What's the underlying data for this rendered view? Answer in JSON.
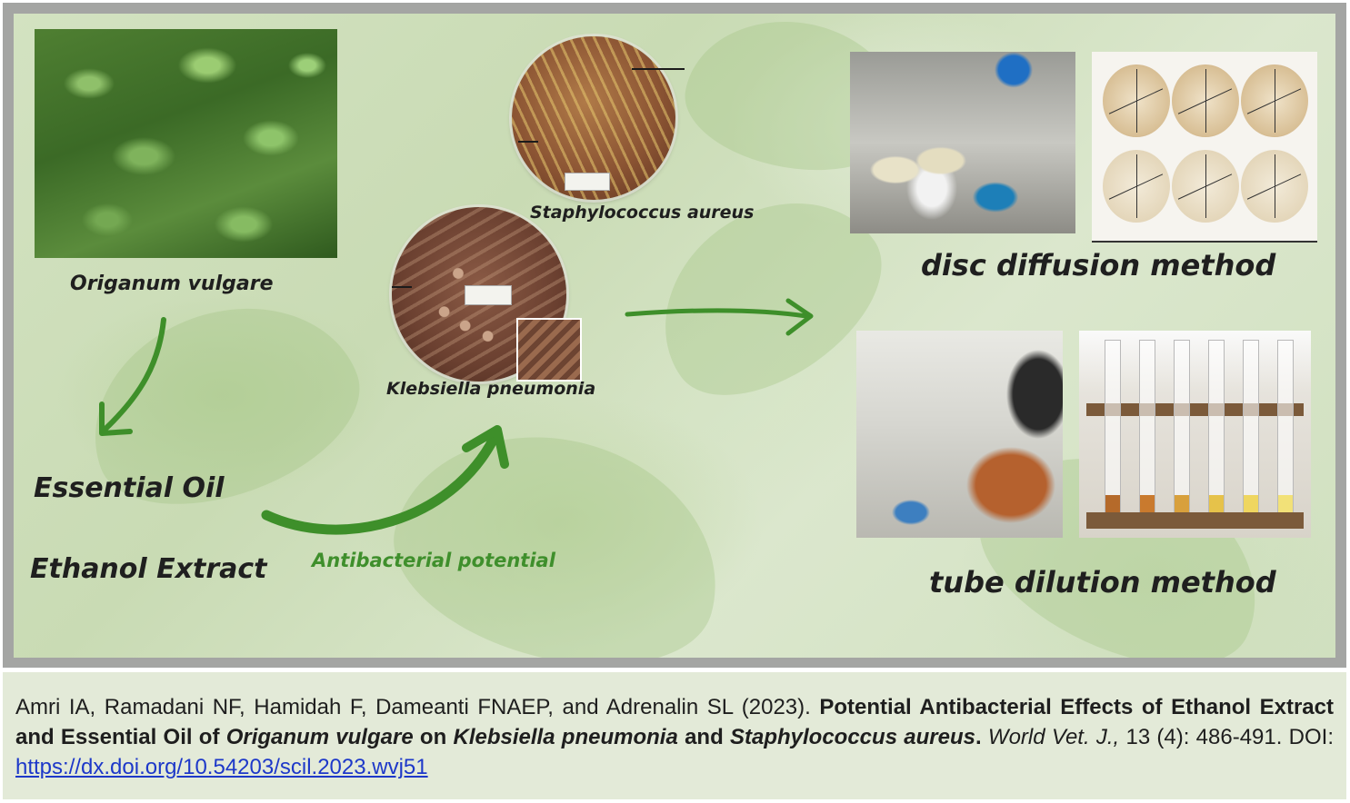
{
  "diagram": {
    "plant_label": "Origanum vulgare",
    "bacteria": [
      {
        "label": "Staphylococcus aureus"
      },
      {
        "label": "Klebsiella pneumonia"
      }
    ],
    "extract_types": [
      "Essential Oil",
      "Ethanol Extract"
    ],
    "arrow_label": "Antibacterial potential",
    "methods": [
      {
        "label": "disc diffusion method"
      },
      {
        "label": "tube dilution method"
      }
    ],
    "colors": {
      "arrow_green": "#3e8f2a",
      "label_green": "#3f8f2c",
      "frame_gray": "#a4a5a3"
    }
  },
  "citation": {
    "authors": "Amri IA, Ramadani NF, Hamidah F, Dameanti FNAEP, and Adrenalin SL (2023).",
    "title_part1": "Potential Antibacterial Effects of Ethanol Extract and Essential Oil of",
    "title_italic1": "Origanum vulgare",
    "title_part2": "on",
    "title_italic2": "Klebsiella pneumonia",
    "title_part3": "and",
    "title_italic3": "Staphylococcus aureus",
    "title_end": ".",
    "journal": "World Vet. J.,",
    "volume_pages": "13 (4): 486-491. DOI:",
    "doi_url": "https://dx.doi.org/10.54203/scil.2023.wvj51",
    "background_color": "#e3ead8",
    "link_color": "#1d38c9"
  }
}
